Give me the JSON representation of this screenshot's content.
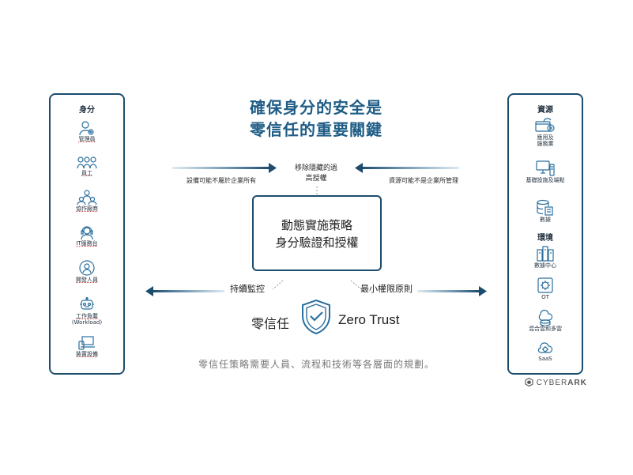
{
  "title": {
    "line1": "確保身分的安全是",
    "line2": "零信任的重要關鍵"
  },
  "left_panel": {
    "header": "身分",
    "items": [
      {
        "label": "管理員",
        "icon": "admin-user-icon"
      },
      {
        "label": "員工",
        "icon": "employees-icon"
      },
      {
        "label": "協作廠商",
        "icon": "vendors-icon"
      },
      {
        "label": "IT服務台",
        "icon": "helpdesk-icon"
      },
      {
        "label": "開發人員",
        "icon": "developer-icon"
      },
      {
        "label": "工作負載",
        "label2": "(Workload)",
        "icon": "robot-icon"
      },
      {
        "label": "裝置設備",
        "icon": "devices-icon"
      }
    ]
  },
  "right_panel": {
    "header": "資源",
    "items": [
      {
        "label": "應用及",
        "label2": "服務業",
        "icon": "apps-services-icon"
      },
      {
        "label": "基礎設施及端點",
        "icon": "infrastructure-icon"
      },
      {
        "label": "數據",
        "icon": "data-icon"
      },
      {
        "label": "環境",
        "icon": ""
      },
      {
        "label": "數據中心",
        "icon": "datacenter-icon"
      },
      {
        "label": "OT",
        "icon": "ot-icon"
      },
      {
        "label": "混合雲和多雲",
        "icon": "hybrid-cloud-icon"
      },
      {
        "label": "SaaS",
        "icon": "saas-icon"
      }
    ]
  },
  "arrows": {
    "top_label": "移除隱藏的過",
    "top_label2": "高授權",
    "left_top_label": "設備可能不屬於企業所有",
    "right_top_label": "資源可能不是企業所管理",
    "left_bottom_label": "持續監控",
    "right_bottom_label": "最小權限原則"
  },
  "center": {
    "line1": "動態實施策略",
    "line2": "身分驗證和授權"
  },
  "zero_trust": {
    "chinese": "零信任",
    "english": "Zero Trust"
  },
  "footer": "零信任策略需要人員、流程和技術等各層面的規劃。",
  "logo": {
    "text_light": "CYBER",
    "text_bold": "ARK"
  },
  "colors": {
    "accent": "#1c4c6e",
    "title": "#1f5d86",
    "icon": "#2a6f9e"
  }
}
